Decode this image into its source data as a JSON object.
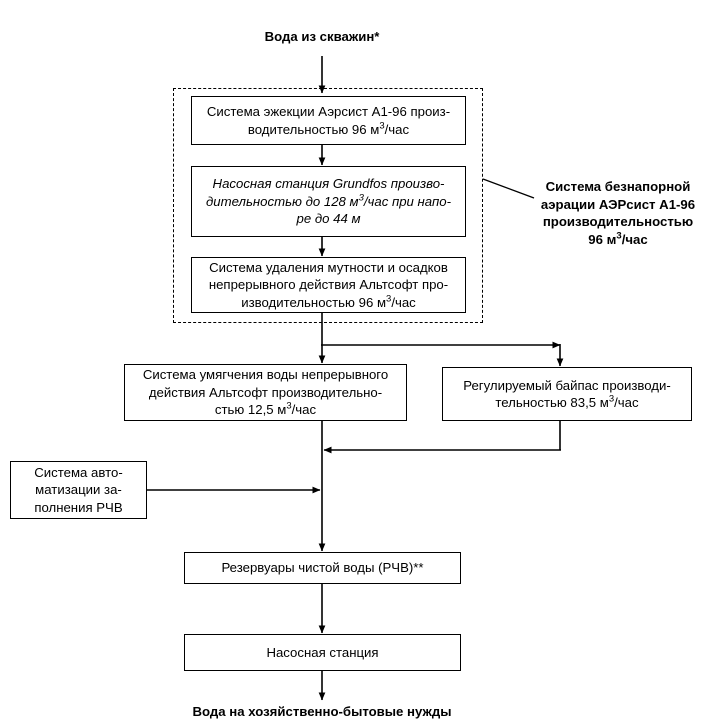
{
  "diagram": {
    "title_top": "Вода из скважин*",
    "title_bottom": "Вода на хозяйственно-бытовые нужды",
    "group_caption": "Система безнапорной аэрации АЭРсист А1-96 производительностью 96 м3/час",
    "colors": {
      "line": "#000000",
      "background": "#ffffff",
      "text": "#000000"
    },
    "nodes": {
      "ejection": "Система эжекции Аэрсист А1-96 произ-водительностью 96 м3/час",
      "pump_station_grundfos": "Насосная станция Grundfos произво-дительностью до 128 м3/час при напо-ре до 44 м",
      "turbidity_removal": "Система удаления мутности и осадков непрерывного действия Альтсофт про-изводительностью 96 м3/час",
      "softening": "Система умягчения воды непрерывного действия Альтсофт производительно-стью 12,5 м3/час",
      "bypass": "Регулируемый байпас производи-тельностью 83,5 м3/час",
      "automation": "Система авто-матизации за-полнения РЧВ",
      "reservoirs": "Резервуары чистой воды (РЧВ)**",
      "pump_station": "Насосная станция"
    },
    "node_lines": {
      "ejection": [
        "Система эжекции Аэрсист А1-96 произ-",
        "водительностью 96 м",
        "/час"
      ],
      "pump_station_grundfos": [
        "Насосная станция Grundfos произво-",
        "дительностью до 128 м",
        "/час при напо-",
        "ре до 44 м"
      ],
      "turbidity_removal": [
        "Система удаления мутности и осадков",
        "непрерывного действия Альтсофт про-",
        "изводительностью 96 м",
        "/час"
      ],
      "softening": [
        "Система умягчения воды непрерывного",
        "действия Альтсофт производительно-",
        "стью 12,5 м",
        "/час"
      ],
      "bypass": [
        "Регулируемый байпас производи-",
        "тельностью 83,5 м",
        "/час"
      ],
      "automation": [
        "Система авто-",
        "матизации за-",
        "полнения РЧВ"
      ],
      "reservoirs": "Резервуары чистой воды (РЧВ)**",
      "pump_station": "Насосная станция",
      "group_caption": [
        "Система безнапорной",
        "аэрации АЭРсист А1-96",
        "производительностью",
        "96 м",
        "/час"
      ]
    },
    "superscript": "3"
  }
}
